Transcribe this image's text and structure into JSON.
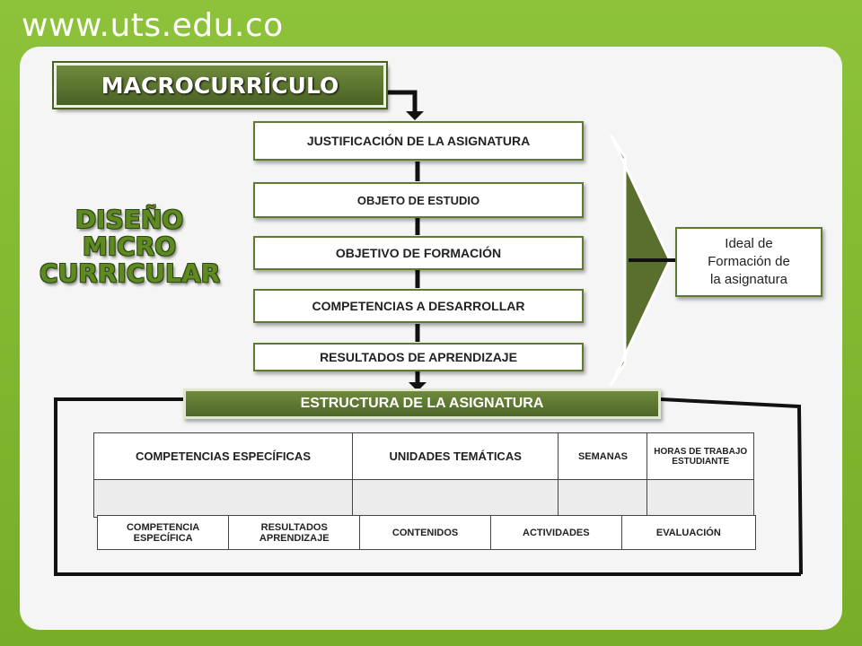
{
  "site": "www.uts.edu.co",
  "macro": "MACROCURRÍCULO",
  "diseno": [
    "DISEÑO",
    "MICRO",
    "CURRICULAR"
  ],
  "steps": [
    "JUSTIFICACIÓN DE LA ASIGNATURA",
    "OBJETO DE ESTUDIO",
    "OBJETIVO DE FORMACIÓN",
    "COMPETENCIAS A DESARROLLAR",
    "RESULTADOS DE APRENDIZAJE"
  ],
  "ideal": [
    "Ideal de",
    "Formación de",
    "la asignatura"
  ],
  "estructura": "ESTRUCTURA DE LA ASIGNATURA",
  "table1": {
    "headers": [
      "COMPETENCIAS ESPECÍFICAS",
      "UNIDADES TEMÁTICAS",
      "SEMANAS",
      "HORAS DE TRABAJO ESTUDIANTE"
    ]
  },
  "table2": {
    "headers": [
      "COMPETENCIA ESPECÍFICA",
      "RESULTADOS APRENDIZAJE",
      "CONTENIDOS",
      "ACTIVIDADES",
      "EVALUACIÓN"
    ]
  },
  "colors": {
    "green": "#7fb32a",
    "dark_green": "#4e6628",
    "panel": "#f5f5f5"
  }
}
